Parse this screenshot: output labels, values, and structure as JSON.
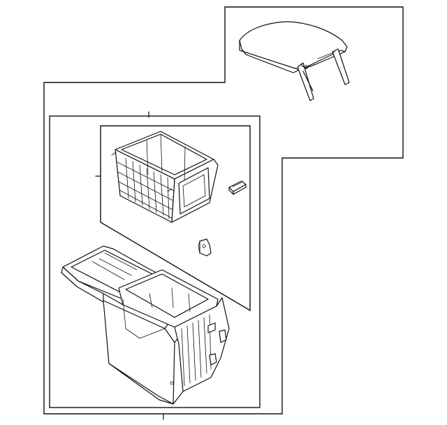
{
  "diagram": {
    "background_color": "#ffffff",
    "line_color": "#111111",
    "parts": [
      "armrest-lid",
      "storage-bin-insert",
      "retainer-clip",
      "bracket",
      "console-base"
    ]
  }
}
